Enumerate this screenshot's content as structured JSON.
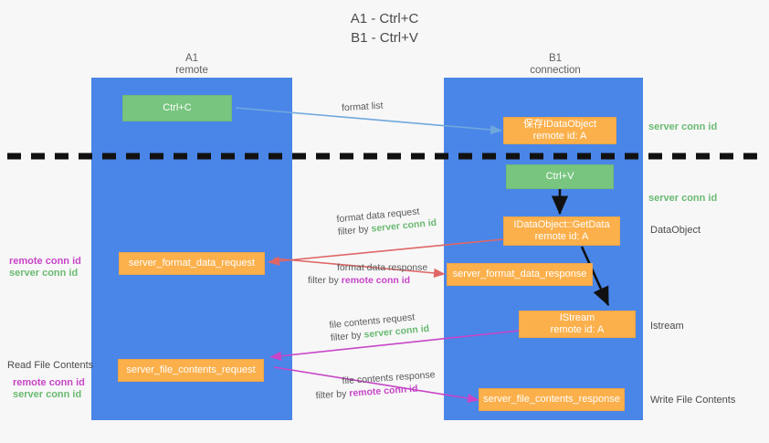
{
  "title": "A1 - Ctrl+C\nB1 - Ctrl+V",
  "lanes": [
    {
      "name": "A1",
      "sub": "remote",
      "header": "A1\nremote"
    },
    {
      "name": "B1",
      "sub": "connection",
      "header": "B1\nconnection"
    }
  ],
  "colors": {
    "lane": "#4a86e8",
    "green_node": "#78c57f",
    "orange_node": "#fbb04c",
    "server_conn_id": "#6aba72",
    "remote_conn_id": "#c745c7",
    "arrow_blue": "#6fa8dc",
    "arrow_red": "#e06666",
    "arrow_magenta": "#c745c7",
    "arrow_dark": "#1a1a1a",
    "background": "#f7f7f7",
    "text": "#5a5a5a"
  },
  "nodes": {
    "ctrl_c": "Ctrl+C",
    "ctrl_v": "Ctrl+V",
    "idataobject": "保存IDataObject\nremote id: A",
    "idataobject_getdata": "IDataObject::GetData\nremote id: A",
    "istream": "IStream\nremote id: A",
    "server_format_data_request": "server_format_data_request",
    "server_format_data_response": "server_format_data_response",
    "server_file_contents_request": "server_file_contents_request",
    "server_file_contents_response": "server_file_contents_response"
  },
  "edges": {
    "format_list": {
      "line1": "format list",
      "line2": ""
    },
    "format_data_request": {
      "line1": "format data request",
      "prefix": "filter by ",
      "key": "server conn id",
      "key_color": "green"
    },
    "format_data_response": {
      "line1": "format data response",
      "prefix": "filter by ",
      "key": "remote conn id",
      "key_color": "magenta"
    },
    "file_contents_request": {
      "line1": "file contents request",
      "prefix": "filter by ",
      "key": "server conn id",
      "key_color": "green"
    },
    "file_contents_response": {
      "line1": "file contents response",
      "prefix": "filter by ",
      "key": "remote conn id",
      "key_color": "magenta"
    }
  },
  "right_labels": {
    "server_conn_id_top": "server conn id",
    "server_conn_id_mid": "server conn id",
    "dataobject": "DataObject",
    "istream": "Istream",
    "write_file_contents": "Write File Contents"
  },
  "left_labels": {
    "remote_conn_id_mid": "remote conn id",
    "server_conn_id_mid": "server conn id",
    "read_file_contents": "Read File Contents",
    "remote_conn_id_bot": "remote conn id",
    "server_conn_id_bot": "server conn id"
  }
}
